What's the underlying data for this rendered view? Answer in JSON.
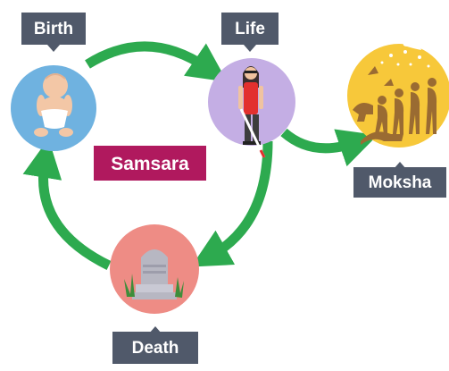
{
  "nodes": {
    "birth": {
      "label": "Birth"
    },
    "life": {
      "label": "Life"
    },
    "death": {
      "label": "Death"
    },
    "moksha": {
      "label": "Moksha"
    }
  },
  "center_label": "Samsara",
  "colors": {
    "arrow": "#2daa4f",
    "label_bg": "#50596a",
    "center_bg": "#b0195e",
    "birth_circle": "#6fb2e0",
    "life_circle": "#c4aee4",
    "death_circle": "#ee8c85",
    "moksha_circle": "#f7c83a"
  },
  "icons": {
    "birth": "baby-icon",
    "life": "woman-with-cane-icon",
    "death": "gravestone-icon",
    "moksha": "evolution-icon"
  }
}
